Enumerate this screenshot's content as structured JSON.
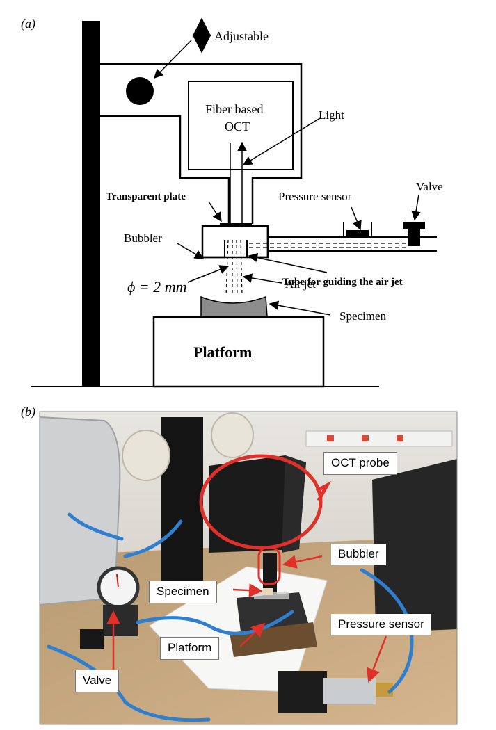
{
  "panel_a": {
    "letter": "(a)",
    "labels": {
      "adjustable": "Adjustable",
      "oct_line1": "Fiber based",
      "oct_line2": "OCT",
      "light": "Light",
      "transparent_plate": "Transparent plate",
      "pressure_sensor": "Pressure sensor",
      "valve": "Valve",
      "bubbler": "Bubbler",
      "diameter": "ϕ = 2 mm",
      "air_jet": "Air jet",
      "tube_guide": "Tube for guiding the air jet",
      "specimen": "Specimen",
      "platform": "Platform"
    }
  },
  "panel_b": {
    "letter": "(b)",
    "labels": {
      "oct_probe": "OCT probe",
      "bubbler": "Bubbler",
      "specimen": "Specimen",
      "platform": "Platform",
      "pressure_sensor": "Pressure sensor",
      "valve": "Valve"
    },
    "colors": {
      "callout": "#e0302a",
      "tubing": "#2f7fd0",
      "probe": "#1b1b1b",
      "bench": "#c8a77e",
      "wall": "#d9d6cf"
    }
  }
}
